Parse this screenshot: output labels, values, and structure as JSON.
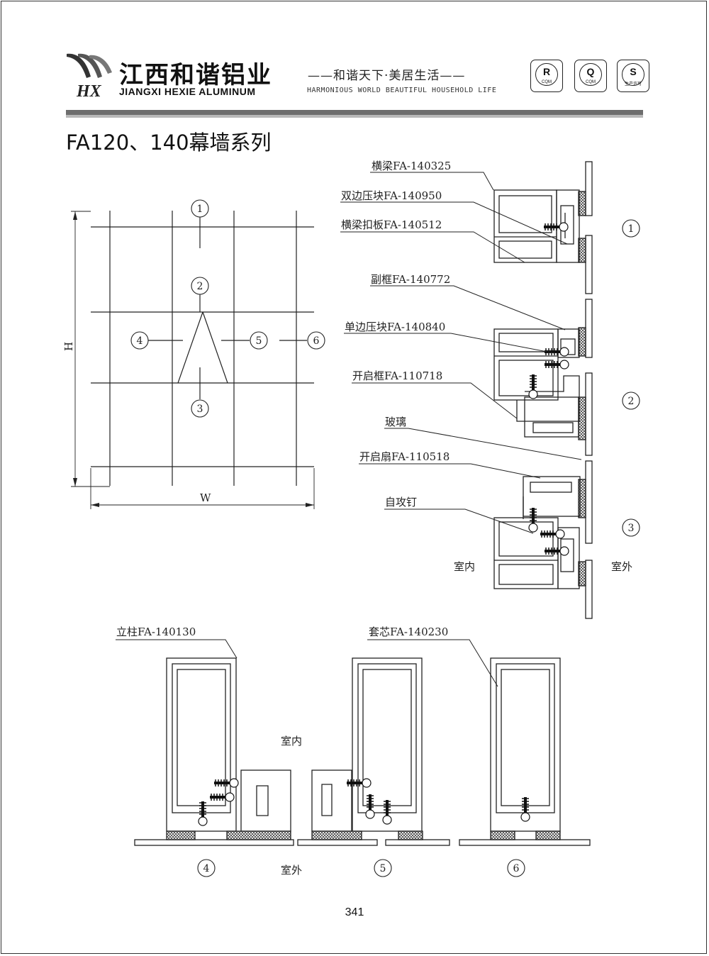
{
  "header": {
    "brand_cn": "江西和谐铝业",
    "brand_en": "JIANGXI HEXIE ALUMINUM",
    "logo_mark": "HX",
    "slogan_cn": "——和谐天下·美居生活——",
    "slogan_en": "HARMONIOUS WORLD BEAUTIFUL HOUSEHOLD LIFE",
    "certs": [
      {
        "icon": "ccc-r-icon",
        "mark": "R",
        "text": "CQM"
      },
      {
        "icon": "ccc-q-icon",
        "mark": "Q",
        "text": "CQM"
      },
      {
        "icon": "qs-icon",
        "mark": "S",
        "text": "生产许可"
      }
    ]
  },
  "title": "FA120、140幕墙系列",
  "elevation": {
    "dim_height": "H",
    "dim_width": "W",
    "markers": [
      "1",
      "2",
      "3",
      "4",
      "5",
      "6"
    ]
  },
  "section_labels": {
    "transom": "横梁FA-140325",
    "double_press": "双边压块FA-140950",
    "transom_cover": "横梁扣板FA-140512",
    "sub_frame": "副框FA-140772",
    "single_press": "单边压块FA-140840",
    "opening_frame": "开启框FA-110718",
    "glass": "玻璃",
    "opening_sash": "开启扇FA-110518",
    "screw": "自攻钉",
    "indoor": "室内",
    "outdoor": "室外",
    "mullion": "立柱FA-140130",
    "sleeve": "套芯FA-140230"
  },
  "page_number": "341",
  "colors": {
    "line": "#222222",
    "bar_dark": "#6d6d6d",
    "bar_light": "#b8b8b8"
  }
}
